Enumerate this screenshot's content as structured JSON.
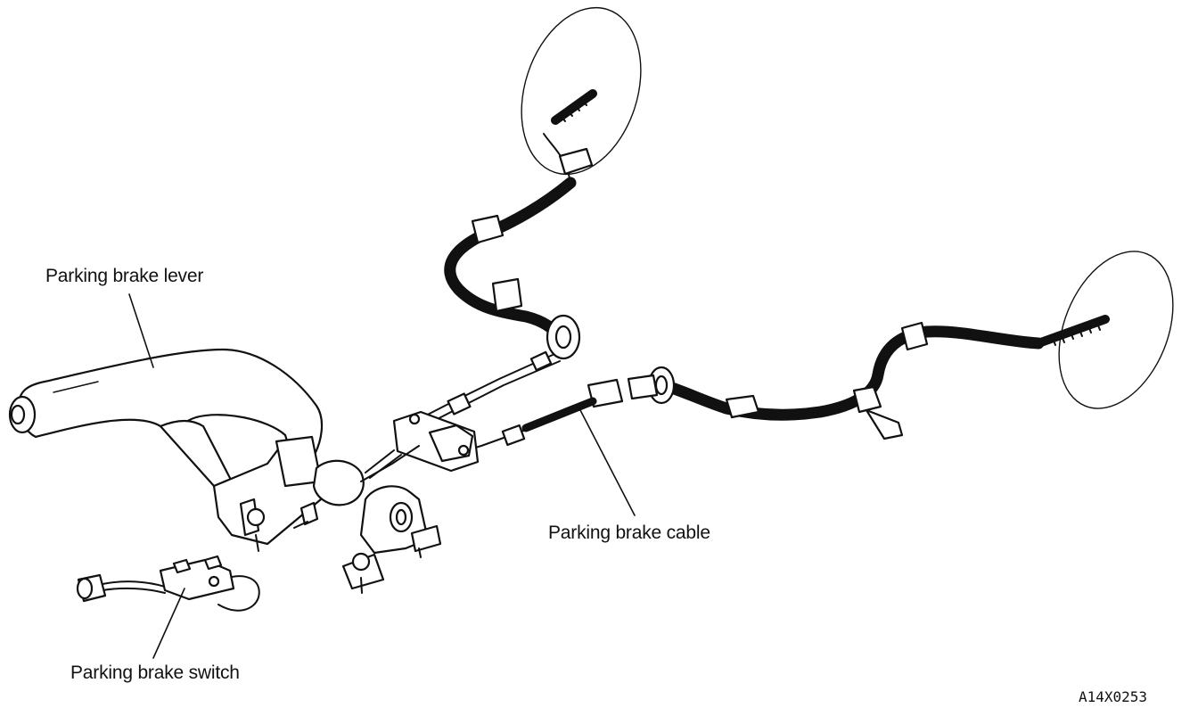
{
  "diagram": {
    "labels": {
      "lever": "Parking brake lever",
      "cable": "Parking brake cable",
      "switch": "Parking brake switch"
    },
    "figure_id": "A14X0253"
  }
}
